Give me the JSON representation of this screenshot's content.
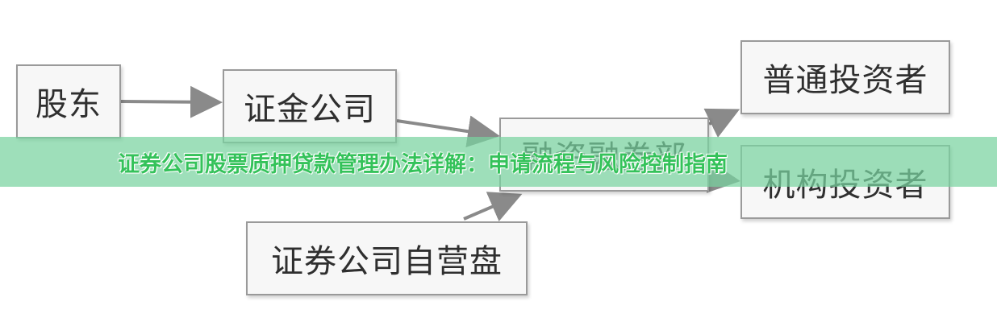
{
  "diagram": {
    "nodes": {
      "shareholder": "股东",
      "securities_finance": "证金公司",
      "margin_dept": "融资融券部",
      "proprietary": "证券公司自营盘",
      "retail_investor": "普通投资者",
      "institutional_investor": "机构投资者"
    },
    "edges": [
      {
        "from": "shareholder",
        "to": "securities_finance"
      },
      {
        "from": "securities_finance",
        "to": "margin_dept"
      },
      {
        "from": "proprietary",
        "to": "margin_dept"
      },
      {
        "from": "margin_dept",
        "to": "retail_investor"
      },
      {
        "from": "margin_dept",
        "to": "institutional_investor"
      }
    ],
    "colors": {
      "node_border": "#9a9a9a",
      "node_fill": "#f7f7f7",
      "arrow": "#8a8a8a",
      "banner": "#78d2a0",
      "banner_text": "#34c25a"
    }
  },
  "banner": {
    "title": "证券公司股票质押贷款管理办法详解：申请流程与风险控制指南"
  }
}
